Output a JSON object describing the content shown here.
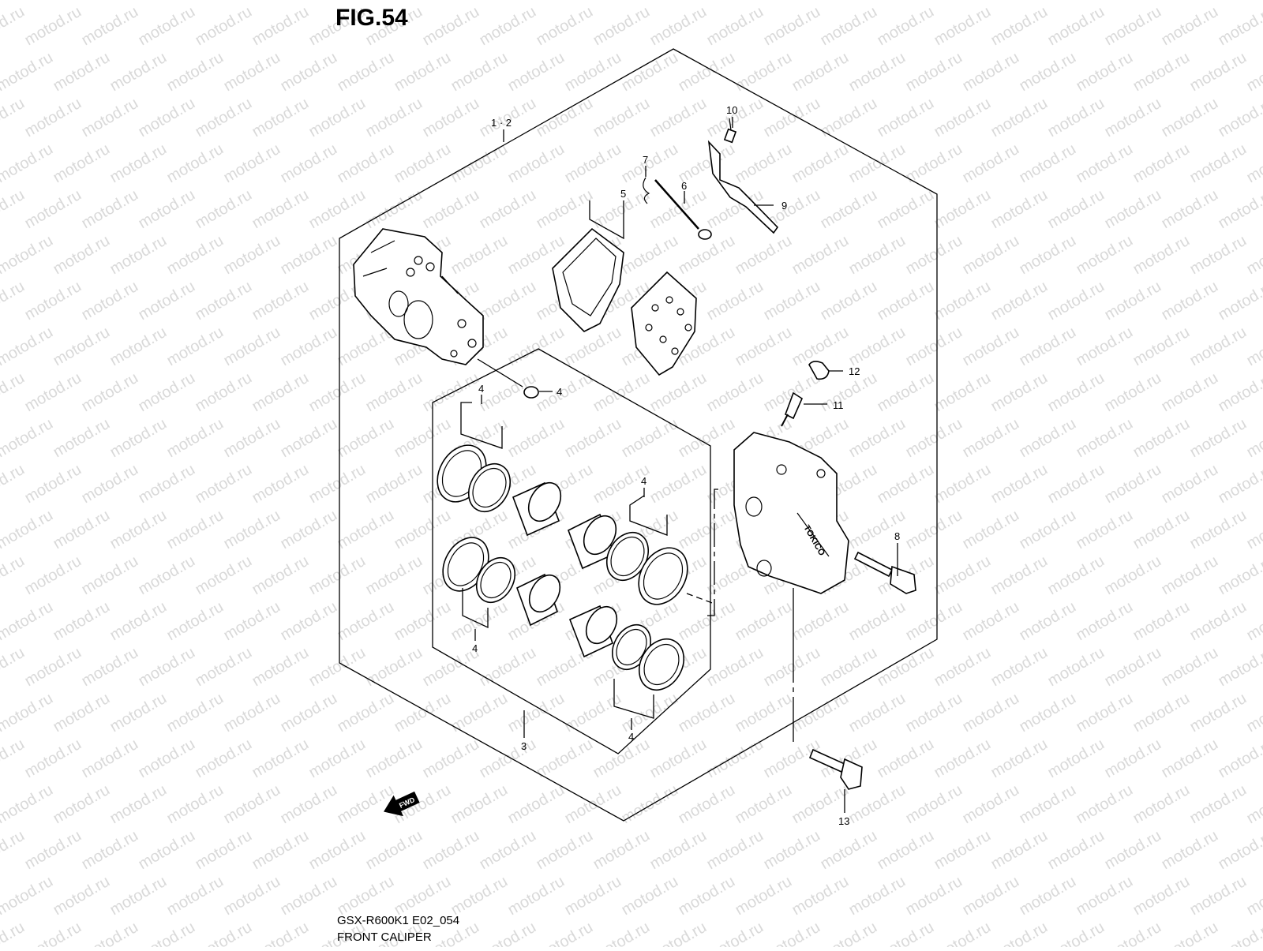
{
  "figure": {
    "title": "FIG.54",
    "model_code": "GSX-R600K1 E02_054",
    "name": "FRONT CALIPER",
    "watermark": "motod.ru",
    "direction_label": "FWD"
  },
  "callouts": {
    "c1_2": "1 · 2",
    "c3": "3",
    "c4_seal": "4",
    "c4_upper_left": "4",
    "c4_right": "4",
    "c4_lower_left": "4",
    "c4_bottom": "4",
    "c5": "5",
    "c6": "6",
    "c7": "7",
    "c8": "8",
    "c9": "9",
    "c10": "10",
    "c11": "11",
    "c12": "12",
    "c13": "13"
  },
  "caliper_brand": "TOKICO",
  "colors": {
    "line": "#000000",
    "watermark": "#d9d9d9",
    "background": "#ffffff"
  }
}
